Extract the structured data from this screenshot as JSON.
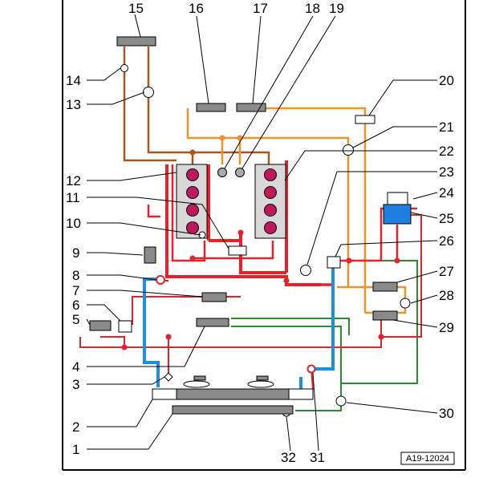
{
  "diagram": {
    "reference": "A19-12024",
    "callouts": [
      "1",
      "2",
      "3",
      "4",
      "5",
      "6",
      "7",
      "8",
      "9",
      "10",
      "11",
      "12",
      "13",
      "14",
      "15",
      "16",
      "17",
      "18",
      "19",
      "20",
      "21",
      "22",
      "23",
      "24",
      "25",
      "26",
      "27",
      "28",
      "29",
      "30",
      "31",
      "32"
    ]
  },
  "colors": {
    "hot_coolant": "#e8202a",
    "cold_coolant": "#1e8fe0",
    "heater_circuit": "#f0922a",
    "oil_cooler_circuit": "#a8561e",
    "auxiliary_circuit": "#2a8c2a",
    "component_gray": "#8a8a8a",
    "cylinder_magenta": "#c0185c",
    "expansion_tank": "#1e7fe0"
  }
}
